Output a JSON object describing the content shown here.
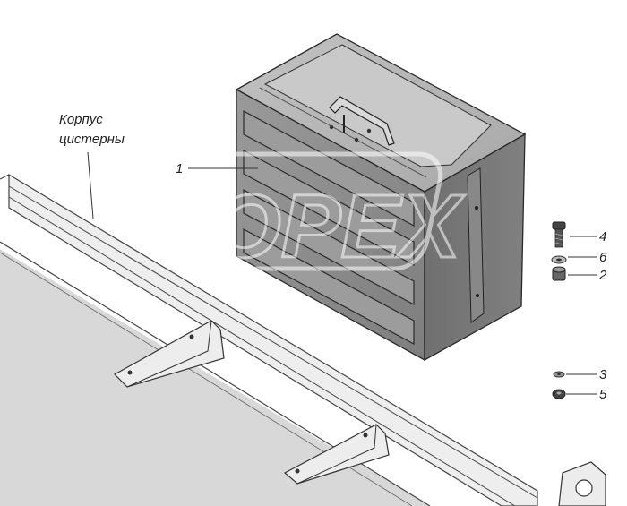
{
  "labels": {
    "tank_body_line1": "Корпус",
    "tank_body_line2": "цистерны"
  },
  "callouts": [
    "1",
    "2",
    "3",
    "4",
    "5",
    "6"
  ],
  "watermark": "OPEX",
  "colors": {
    "line": "#333333",
    "box_top": "#b4b4b4",
    "box_front": "#8c8c8c",
    "box_side": "#6f6f6f",
    "ground": "#d6d6d6"
  }
}
